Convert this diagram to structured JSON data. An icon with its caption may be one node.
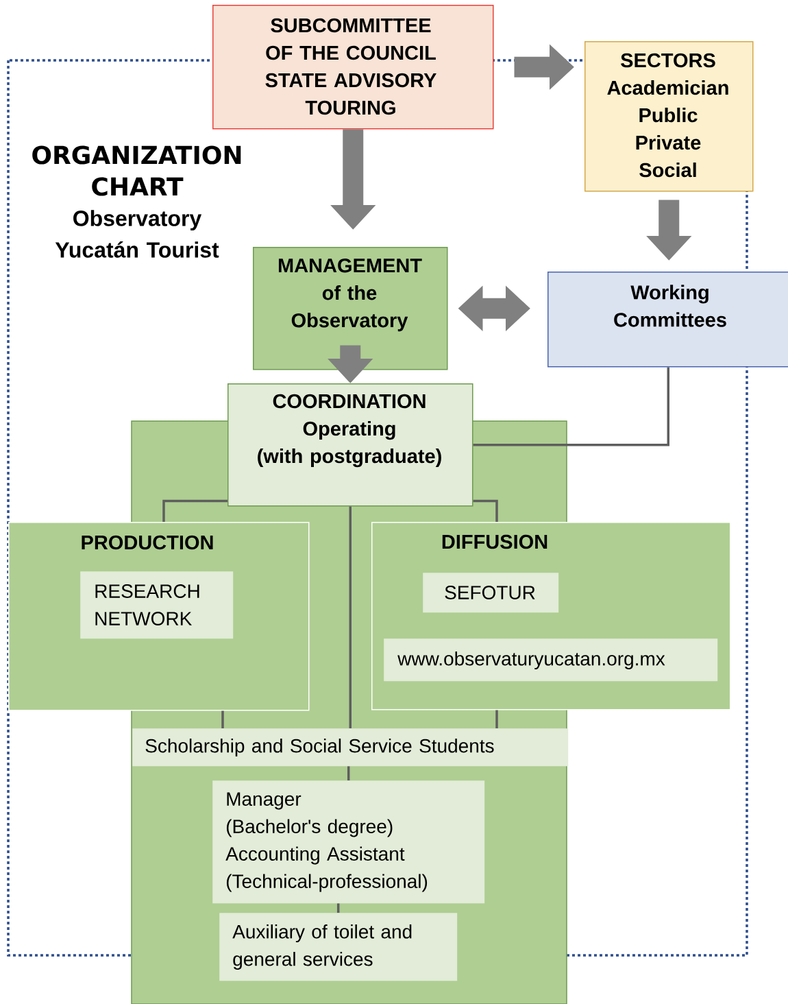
{
  "diagram": {
    "title": "ORGANIZATION CHART",
    "nodes": [
      {
        "text": [
          "SUBCOMMITTEE OF THE COUNCIL STATE ADVISORY TOURING"
        ]
      },
      {
        "text": [
          "SECTORS",
          "Academician",
          "Public",
          "Private",
          "Social"
        ]
      },
      {
        "text": [
          "MANAGEMENT",
          "of the Observatory"
        ]
      },
      {
        "text": [
          "Working Committees"
        ]
      },
      {
        "text": [
          "COORDINATION",
          "Operating",
          "(with postgraduate)"
        ]
      },
      {
        "text": [
          "PRODUCTION"
        ]
      },
      {
        "text": [
          "RESEARCH NETWORK"
        ],
        "in": 5
      },
      {
        "text": [
          "DIFFUSION"
        ]
      },
      {
        "text": [
          "SEFOTUR"
        ],
        "in": 7
      },
      {
        "text": [
          "www.observaturyucatan.org.mx"
        ],
        "in": 7
      },
      {
        "text": [
          "Scholarship and Social Service Students"
        ]
      },
      {
        "text": [
          "Manager",
          "(Bachelor's degree)",
          "Accounting Assistant",
          "(Technical-professional)"
        ]
      },
      {
        "text": [
          "Auxiliary of toilet and general services"
        ]
      }
    ],
    "edges": [
      {
        "from": 0,
        "to": 2,
        "arrow": "to",
        "style": "thick",
        "color": "#808080"
      },
      {
        "from": 0,
        "to": 1,
        "arrow": "to",
        "style": "thick",
        "color": "#808080"
      },
      {
        "from": 1,
        "to": 3,
        "arrow": "to",
        "style": "thick",
        "color": "#808080"
      },
      {
        "from": 2,
        "to": 3,
        "arrow": "both",
        "style": "thick",
        "color": "#808080"
      },
      {
        "from": 2,
        "to": 4,
        "arrow": "to",
        "style": "thick",
        "color": "#808080"
      },
      {
        "from": 3,
        "to": 4,
        "arrow": "none"
      },
      {
        "from": 4,
        "to": 5,
        "arrow": "none"
      },
      {
        "from": 4,
        "to": 7,
        "arrow": "none"
      },
      {
        "from": 4,
        "to": 10,
        "arrow": "none"
      },
      {
        "from": 5,
        "to": 10,
        "arrow": "none"
      },
      {
        "from": 7,
        "to": 10,
        "arrow": "none"
      },
      {
        "from": 10,
        "to": 11,
        "arrow": "none"
      },
      {
        "from": 11,
        "to": 12,
        "arrow": "none"
      }
    ],
    "labels": [
      "Observatory Yucatán Tourist"
    ]
  }
}
